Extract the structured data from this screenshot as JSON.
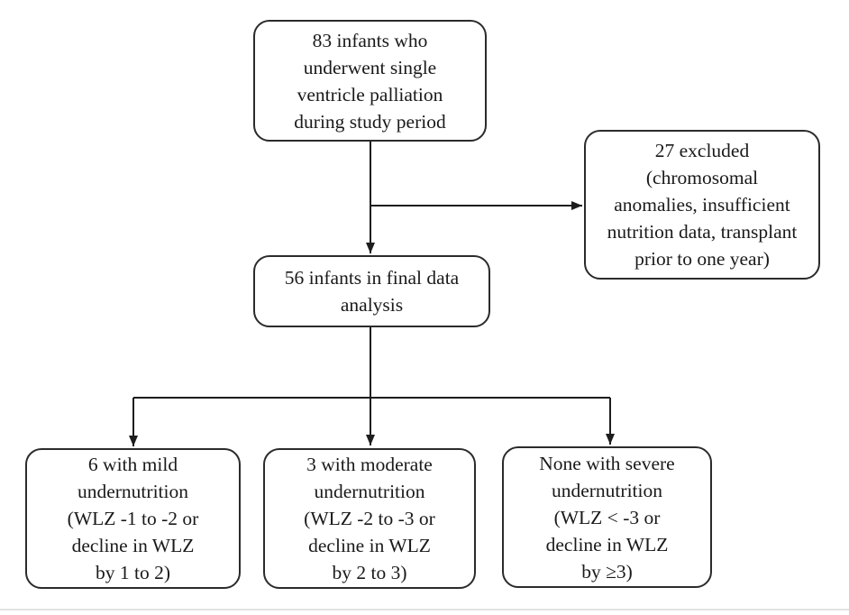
{
  "figure": {
    "background_color": "#ffffff",
    "line_color": "#1d1d1d",
    "box_border_color": "#2b2b2b",
    "bottom_rule_color": "#e3e3e3"
  },
  "boxes": {
    "top": {
      "lines": [
        "83 infants who",
        "underwent single",
        "ventricle palliation",
        "during study period"
      ]
    },
    "excluded": {
      "lines": [
        "27 excluded",
        "(chromosomal",
        "anomalies, insufficient",
        "nutrition data, transplant",
        "prior to one year)"
      ]
    },
    "analysis": {
      "lines": [
        "56 infants in final data",
        "analysis"
      ]
    },
    "mild": {
      "lines": [
        "6 with mild",
        "undernutrition",
        "(WLZ -1 to -2 or",
        "decline in WLZ",
        "by 1 to 2)"
      ]
    },
    "moderate": {
      "lines": [
        "3 with moderate",
        "undernutrition",
        "(WLZ -2 to -3 or",
        "decline in WLZ",
        "by 2 to 3)"
      ]
    },
    "severe": {
      "lines": [
        "None with severe",
        "undernutrition",
        "(WLZ < -3 or",
        "decline in WLZ",
        "by ≥3)"
      ]
    }
  }
}
